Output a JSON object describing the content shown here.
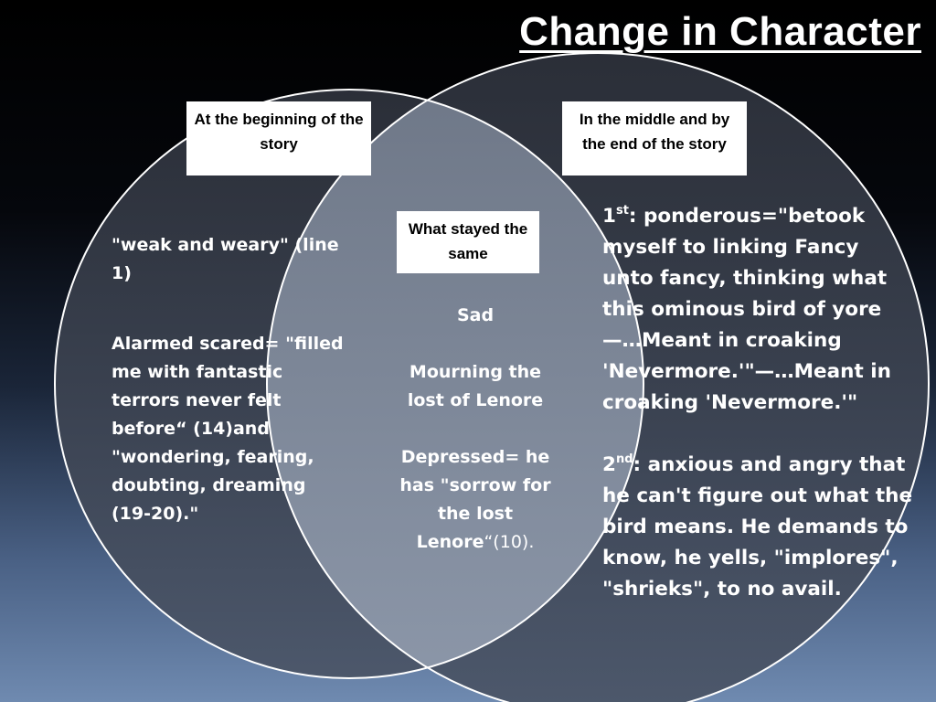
{
  "title": "Change in Character",
  "left": {
    "label": "At the beginning of the story",
    "items": [
      "\"weak and weary\" (line 1)",
      "Alarmed scared= \"filled me with fantastic terrors never felt before“ (14)and \"wondering, fearing, doubting, dreaming (19-20).\""
    ]
  },
  "middle": {
    "label": "What stayed the same",
    "item_1": "Sad",
    "item_2": "Mourning the lost of Lenore",
    "item_3_main": "Depressed= he has \"sorrow for the lost Lenore",
    "item_3_tail": "“(10)."
  },
  "right": {
    "label": "In the middle and by the end of the story",
    "item_1_num": "1",
    "item_1_sup": "st",
    "item_1_text": ":  ponderous=\"betook myself to linking Fancy unto fancy, thinking what this ominous bird of yore—…Meant in croaking 'Nevermore.'\"—…Meant in croaking 'Nevermore.'\"",
    "item_2_num": "2",
    "item_2_sup": "nd",
    "item_2_text": ": anxious and angry that he can't figure out what the bird means. He demands to know, he yells, \"implores\", \"shrieks\", to no avail."
  },
  "colors": {
    "circle_fill": "#3a404e",
    "overlap_fill": "#7a8597",
    "circle_stroke": "#ffffff"
  }
}
